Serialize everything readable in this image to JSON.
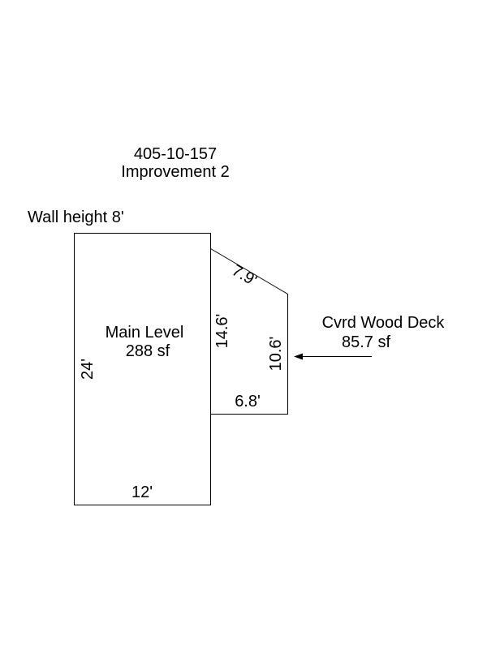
{
  "header": {
    "parcel_id": "405-10-157",
    "improvement": "Improvement 2"
  },
  "wall_height": "Wall height 8'",
  "main_level": {
    "name": "Main Level",
    "area": "288 sf",
    "dimensions": {
      "side": "24'",
      "bottom": "12'",
      "inner_side": "14.6'"
    }
  },
  "deck": {
    "name": "Cvrd Wood Deck",
    "area": "85.7 sf",
    "dimensions": {
      "diagonal": "7.9'",
      "right": "10.6'",
      "bottom": "6.8'"
    }
  },
  "colors": {
    "line": "#000000",
    "background": "#ffffff"
  }
}
